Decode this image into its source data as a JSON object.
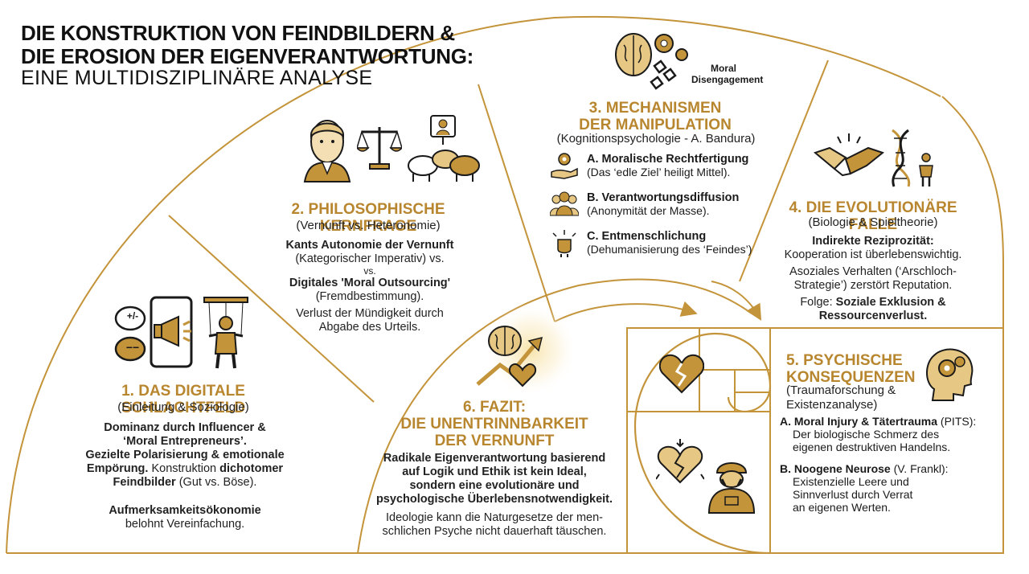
{
  "header": {
    "title_line1": "DIE KONSTRUKTION VON FEINDBILDERN &",
    "title_line2": "DIE EROSION DER EIGENVERANTWORTUNG:",
    "subtitle": "EINE MULTIDISZIPLINÄRE ANALYSE"
  },
  "section1": {
    "title": "1. DAS DIGITALE SCHLACHTFELD",
    "subtitle": "(Einleitung & Soziologie)",
    "l1": "Dominanz durch Influencer &",
    "l2": "‘Moral Entrepreneurs’.",
    "l3": "Gezielte Polarisierung & emotionale",
    "l4a": "Empörung.",
    "l4b": " Konstruktion ",
    "l4c": "dichotomer",
    "l5a": "Feindbilder",
    "l5b": " (Gut vs. Böse).",
    "l6": "Aufmerksamkeitsökonomie",
    "l7": "belohnt Vereinfachung.",
    "badge_plus": "+/-",
    "badge_minus": "−−"
  },
  "section2": {
    "title": "2. PHILOSOPHISCHE KERNFRAGE",
    "subtitle": "(Vernunft vs. Heteronomie)",
    "l1": "Kants Autonomie der Vernunft",
    "l2": "(Kategorischer Imperativ) vs.",
    "l3": "vs.",
    "l4": "Digitales 'Moral Outsourcing'",
    "l5": "(Fremdbestimmung).",
    "l6": "Verlust der Mündigkeit durch",
    "l7": "Abgabe des Urteils."
  },
  "section3": {
    "icon_label_1": "Moral",
    "icon_label_2": "Disengagement",
    "title_1": "3. MECHANISMEN",
    "title_2": "DER MANIPULATION",
    "subtitle": "(Kognitionspsychologie - A. Bandura)",
    "items": [
      {
        "head": "A. Moralische Rechtfertigung",
        "text": "(Das ‘edle Ziel’ heiligt Mittel)."
      },
      {
        "head": "B. Verantwortungsdiffusion",
        "text": "(Anonymität der Masse)."
      },
      {
        "head": "C. Entmenschlichung",
        "text": "(Dehumanisierung des ‘Feindes’)"
      }
    ]
  },
  "section4": {
    "title": "4. DIE EVOLUTIONÄRE FALLE",
    "subtitle": "(Biologie & Spieltheorie)",
    "l1": "Indirekte Reziprozität:",
    "l2": "Kooperation ist überlebenswichtig.",
    "l3": "Asoziales Verhalten (‘Arschloch-",
    "l4": "Strategie’) zerstört Reputation.",
    "l5a": "Folge: ",
    "l5b": "Soziale Exklusion &",
    "l6": "Ressourcenverlust."
  },
  "section5": {
    "title_1": "5. PSYCHISCHE",
    "title_2": "KONSEQUENZEN",
    "subtitle_1": "(Traumaforschung &",
    "subtitle_2": "Existenzanalyse)",
    "a_head": "A. Moral Injury & Tätertrauma",
    "a_tail": " (PITS):",
    "a_l1": "Der biologische Schmerz des",
    "a_l2": "eigenen destruktiven Handelns.",
    "b_head": "B. Noogene Neurose",
    "b_tail": " (V. Frankl):",
    "b_l1": "Existenzielle Leere und",
    "b_l2": "Sinnverlust durch Verrat",
    "b_l3": "an eigenen Werten."
  },
  "section6": {
    "title_1": "6. FAZIT:",
    "title_2": "DIE UNENTRINNBARKEIT",
    "title_3": "DER VERNUNFT",
    "l1": "Radikale Eigenverantwortung basierend",
    "l2": "auf Logik und Ethik ist kein Ideal,",
    "l3": "sondern eine evolutionäre und",
    "l4": "psychologische Überlebensnotwendigkeit.",
    "l5": "Ideologie kann die Naturgesetze der men-",
    "l6": "schlichen Psyche nicht dauerhaft täuschen."
  },
  "colors": {
    "gold": "#c4943a",
    "gold_dark": "#9a6f22",
    "gold_light": "#e6c783",
    "text": "#1a1a1a"
  }
}
